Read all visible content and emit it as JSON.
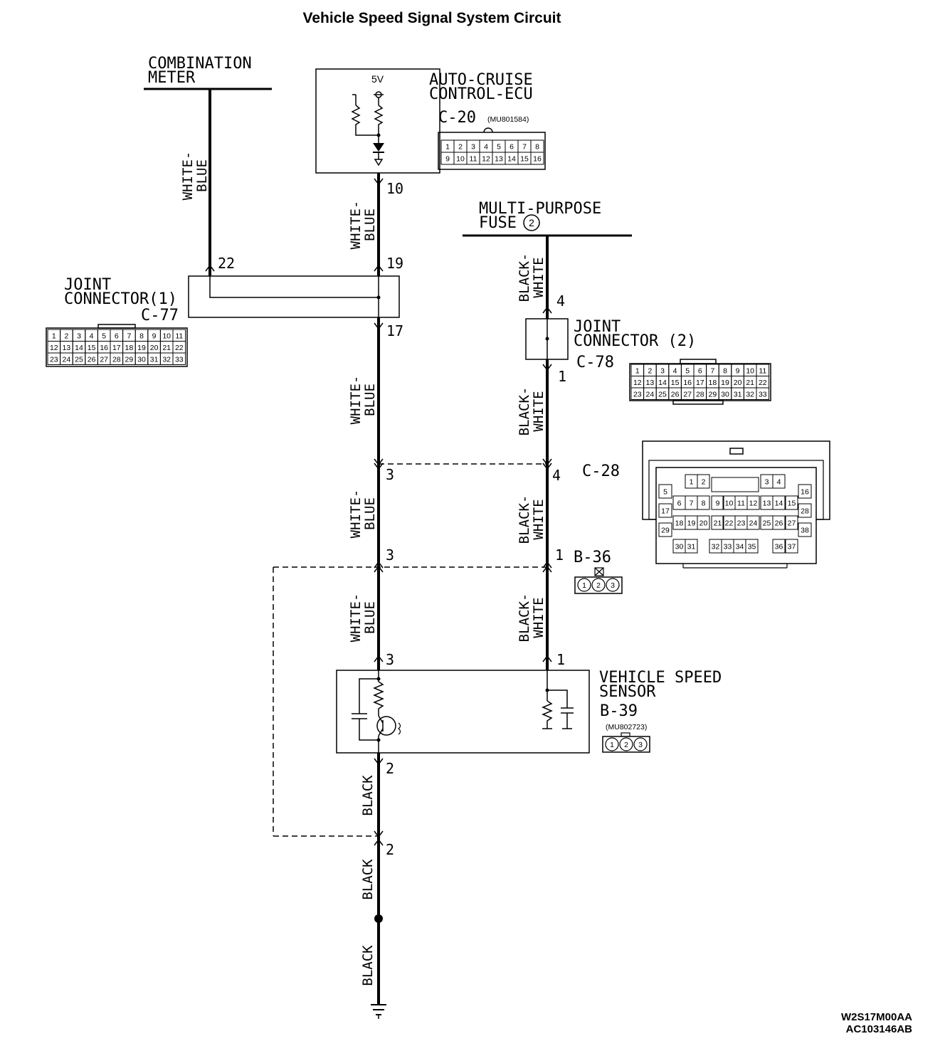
{
  "title": "Vehicle Speed Signal System Circuit",
  "components": {
    "combination_meter": [
      "COMBINATION",
      "METER"
    ],
    "ecu": {
      "name": [
        "AUTO-CRUISE",
        "CONTROL-ECU"
      ],
      "voltage": "5V",
      "connector": "C-20",
      "part": "(MU801584)"
    },
    "fuse": {
      "line1": "MULTI-PURPOSE",
      "line2": "FUSE",
      "number": "2"
    },
    "joint1": {
      "name": [
        "JOINT",
        "CONNECTOR(1)"
      ],
      "connector": "C-77"
    },
    "joint2": {
      "name": [
        "JOINT",
        "CONNECTOR (2)"
      ],
      "connector": "C-78"
    },
    "c28": "C-28",
    "b36": "B-36",
    "sensor": {
      "name": [
        "VEHICLE SPEED",
        "SENSOR"
      ],
      "connector": "B-39",
      "part": "(MU802723)"
    }
  },
  "wire_colors": {
    "white_blue": [
      "WHITE-",
      "BLUE"
    ],
    "black_white": [
      "BLACK-",
      "WHITE"
    ],
    "black": "BLACK"
  },
  "pins": {
    "meter_22": "22",
    "ecu_10": "10",
    "j1_19": "19",
    "j1_17": "17",
    "wb_3a": "3",
    "wb_3b": "3",
    "wb_3c": "3",
    "fuse_4": "4",
    "j2_1": "1",
    "c28_4": "4",
    "b36_1": "1",
    "sensor_1": "1",
    "sensor_2": "2",
    "gnd_2": "2"
  },
  "connector_faces": {
    "c20": [
      [
        "1",
        "2",
        "3",
        "4",
        "5",
        "6",
        "7",
        "8"
      ],
      [
        "9",
        "10",
        "11",
        "12",
        "13",
        "14",
        "15",
        "16"
      ]
    ],
    "c77": [
      [
        "1",
        "2",
        "3",
        "4",
        "5",
        "6",
        "7",
        "8",
        "9",
        "10",
        "11"
      ],
      [
        "12",
        "13",
        "14",
        "15",
        "16",
        "17",
        "18",
        "19",
        "20",
        "21",
        "22"
      ],
      [
        "23",
        "24",
        "25",
        "26",
        "27",
        "28",
        "29",
        "30",
        "31",
        "32",
        "33"
      ]
    ],
    "c78": [
      [
        "1",
        "2",
        "3",
        "4",
        "5",
        "6",
        "7",
        "8",
        "9",
        "10",
        "11"
      ],
      [
        "12",
        "13",
        "14",
        "15",
        "16",
        "17",
        "18",
        "19",
        "20",
        "21",
        "22"
      ],
      [
        "23",
        "24",
        "25",
        "26",
        "27",
        "28",
        "29",
        "30",
        "31",
        "32",
        "33"
      ]
    ],
    "three_pin": [
      "1",
      "2",
      "3"
    ]
  },
  "c28_face": {
    "top": [
      "1",
      "2",
      "3",
      "4"
    ],
    "left_col": [
      "5",
      "17",
      "29"
    ],
    "right_col": [
      "16",
      "28",
      "38"
    ],
    "row2": [
      "6",
      "7",
      "8",
      "9",
      "10",
      "11",
      "12",
      "13",
      "14",
      "15"
    ],
    "row3": [
      "18",
      "19",
      "20",
      "21",
      "22",
      "23",
      "24",
      "25",
      "26",
      "27"
    ],
    "row4": [
      "30",
      "31",
      "32",
      "33",
      "34",
      "35",
      "36",
      "37"
    ]
  },
  "footer": [
    "W2S17M00AA",
    "AC103146AB"
  ]
}
